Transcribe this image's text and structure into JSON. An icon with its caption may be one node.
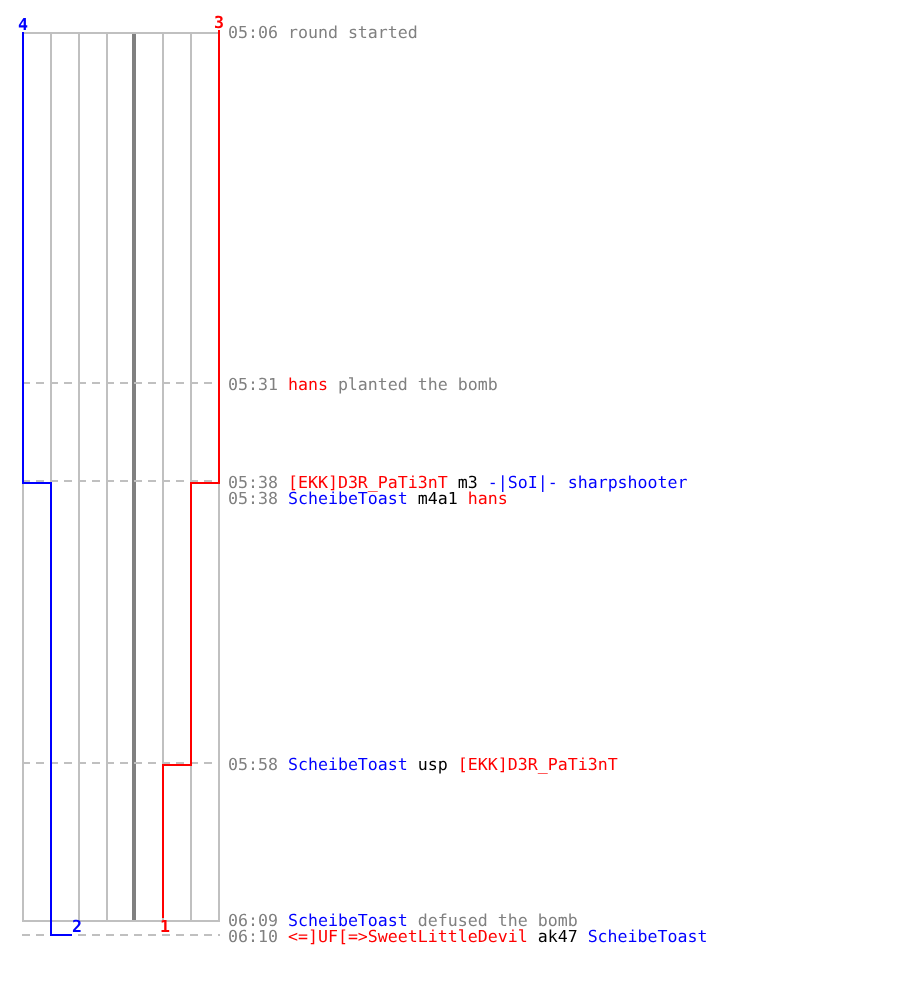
{
  "diagram": {
    "labels": [
      "4",
      "3",
      "05:06",
      "round started",
      "05:31",
      "hans",
      "planted the bomb",
      "05:38",
      "[EKK]D3R_PaTi3nT",
      "m3",
      "-|SoI|- sharpshooter",
      "05:38",
      "ScheibeToast",
      "m4a1",
      "hans",
      "05:58",
      "ScheibeToast",
      "usp",
      "[EKK]D3R_PaTi3nT",
      "2",
      "1",
      "06:09",
      "ScheibeToast",
      "defused the bomb",
      "06:10",
      "<=]UF[=>SweetLittleDevil",
      "ak47",
      "ScheibeToast"
    ]
  }
}
